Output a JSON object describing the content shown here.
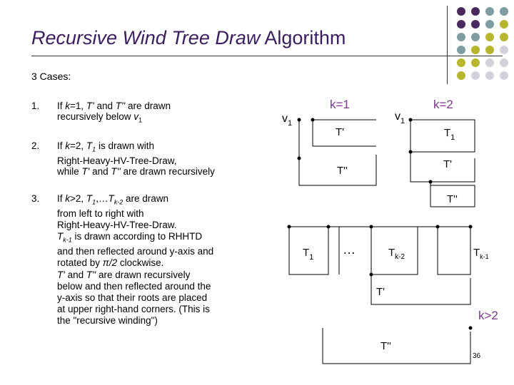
{
  "title": {
    "italic": "Recursive Wind Tree Draw",
    "rest": " Algorithm"
  },
  "cases_header": "3 Cases:",
  "cases": [
    {
      "num": "1.",
      "lines": [
        "If k=1, T' and T'' are drawn",
        "recursively below v1"
      ]
    },
    {
      "num": "2.",
      "lines": [
        "If k=2, T1 is drawn with",
        "Right-Heavy-HV-Tree-Draw,",
        "while T' and T'' are drawn recursively"
      ]
    },
    {
      "num": "3.",
      "lines": [
        "If k>2, T1,…Tk-2 are drawn",
        "from left to right with",
        "Right-Heavy-HV-Tree-Draw.",
        "Tk-1 is drawn according to RHHTD",
        "and then reflected around y-axis and",
        "rotated by π/2 clockwise.",
        "T' and T'' are drawn recursively",
        "below and then reflected around the",
        "y-axis so that their roots are placed",
        "at upper right-hand corners. (This is",
        "the \"recursive winding\")"
      ]
    }
  ],
  "diagram": {
    "k1": {
      "label": "k=1",
      "v": "v",
      "v_sub": "1",
      "t1": "T'",
      "t2": "T''"
    },
    "k2": {
      "label": "k=2",
      "v": "v",
      "v_sub": "1",
      "t_first": "T",
      "t_first_sub": "1",
      "t1": "T'",
      "t2": "T''"
    },
    "k3": {
      "label": "k>2",
      "t_first": "T",
      "t_first_sub": "1",
      "dots": "…",
      "t_mid": "T",
      "t_mid_sub": "k-2",
      "t_last": "T",
      "t_last_sub": "k-1",
      "t1": "T'",
      "t2": "T''"
    }
  },
  "page_number": "36",
  "colors": {
    "title": "#3b1d5e",
    "k_label": "#7a3a8a",
    "purple": "#4a2a5e",
    "teal": "#7d9da0",
    "olive": "#b8b62c",
    "light": "#d3d1dc"
  }
}
